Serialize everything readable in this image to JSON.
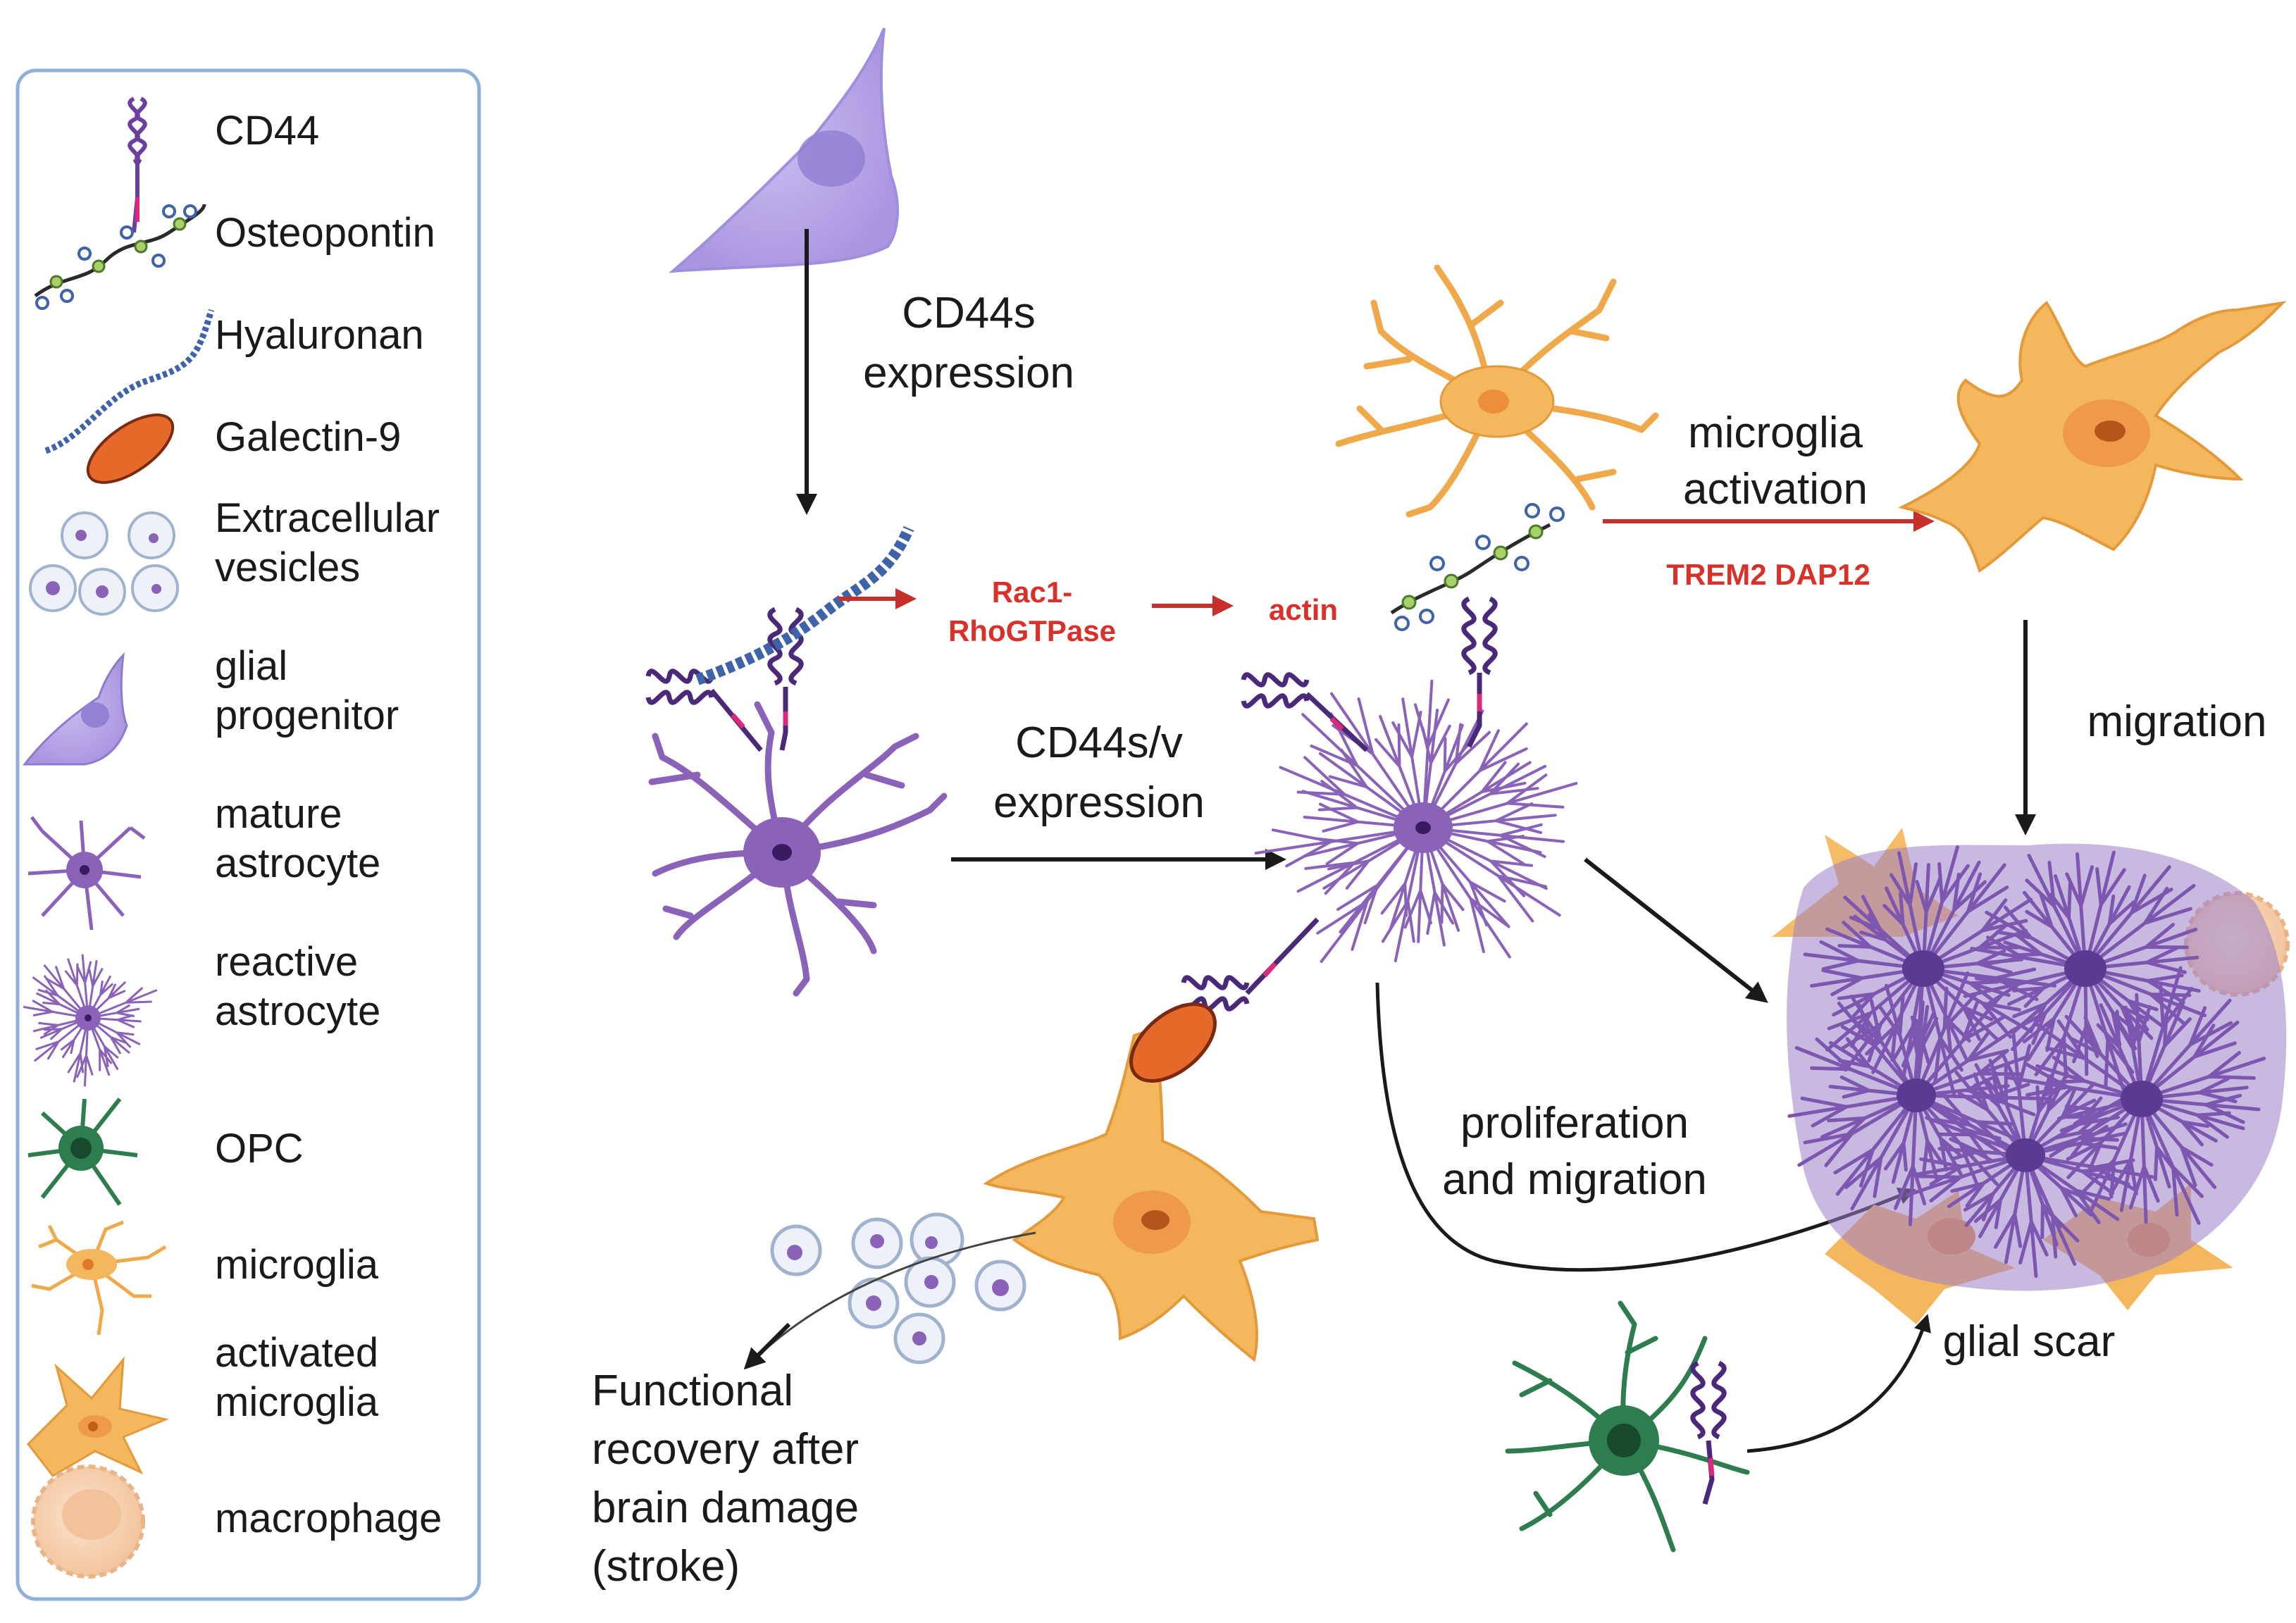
{
  "legend": {
    "items": [
      {
        "id": "cd44",
        "lines": [
          "CD44"
        ]
      },
      {
        "id": "osteopontin",
        "lines": [
          "Osteopontin"
        ]
      },
      {
        "id": "hyaluronan",
        "lines": [
          "Hyaluronan"
        ]
      },
      {
        "id": "galectin9",
        "lines": [
          "Galectin-9"
        ]
      },
      {
        "id": "ev",
        "lines": [
          "Extracellular",
          "vesicles"
        ]
      },
      {
        "id": "glial-progenitor",
        "lines": [
          "glial",
          "progenitor"
        ]
      },
      {
        "id": "mature-astrocyte",
        "lines": [
          "mature",
          "astrocyte"
        ]
      },
      {
        "id": "reactive-astrocyte",
        "lines": [
          "reactive",
          "astrocyte"
        ]
      },
      {
        "id": "opc",
        "lines": [
          "OPC"
        ]
      },
      {
        "id": "microglia",
        "lines": [
          "microglia"
        ]
      },
      {
        "id": "activated-microglia",
        "lines": [
          "activated",
          "microglia"
        ]
      },
      {
        "id": "macrophage",
        "lines": [
          "macrophage"
        ]
      }
    ]
  },
  "labels": {
    "cd44s_expression": [
      "CD44s",
      "expression"
    ],
    "cd44sv_expression": [
      "CD44s/v",
      "expression"
    ],
    "rac1": [
      "Rac1-",
      "RhoGTPase"
    ],
    "actin": [
      "actin"
    ],
    "microglia_activation": [
      "microglia",
      "activation"
    ],
    "trem2": [
      "TREM2 DAP12"
    ],
    "migration": [
      "migration"
    ],
    "prolif_migration": [
      "proliferation",
      "and migration"
    ],
    "glial_scar": [
      "glial scar"
    ],
    "functional_recovery": [
      "Functional",
      "recovery after",
      "brain damage",
      "(stroke)"
    ]
  },
  "colors": {
    "legend_border": "#8fb0d9",
    "astrocyte": "#8a63b8",
    "astrocyte_dark": "#4a2a78",
    "progenitor": "#b9a8e6",
    "microglia": "#f5b75e",
    "microglia_edge": "#e39a3a",
    "opc": "#2e7d4f",
    "galectin": "#e56a2a",
    "arrow": "#1a1a1a",
    "red_text": "#d8312a",
    "hyaluronan": "#3f63a8"
  }
}
